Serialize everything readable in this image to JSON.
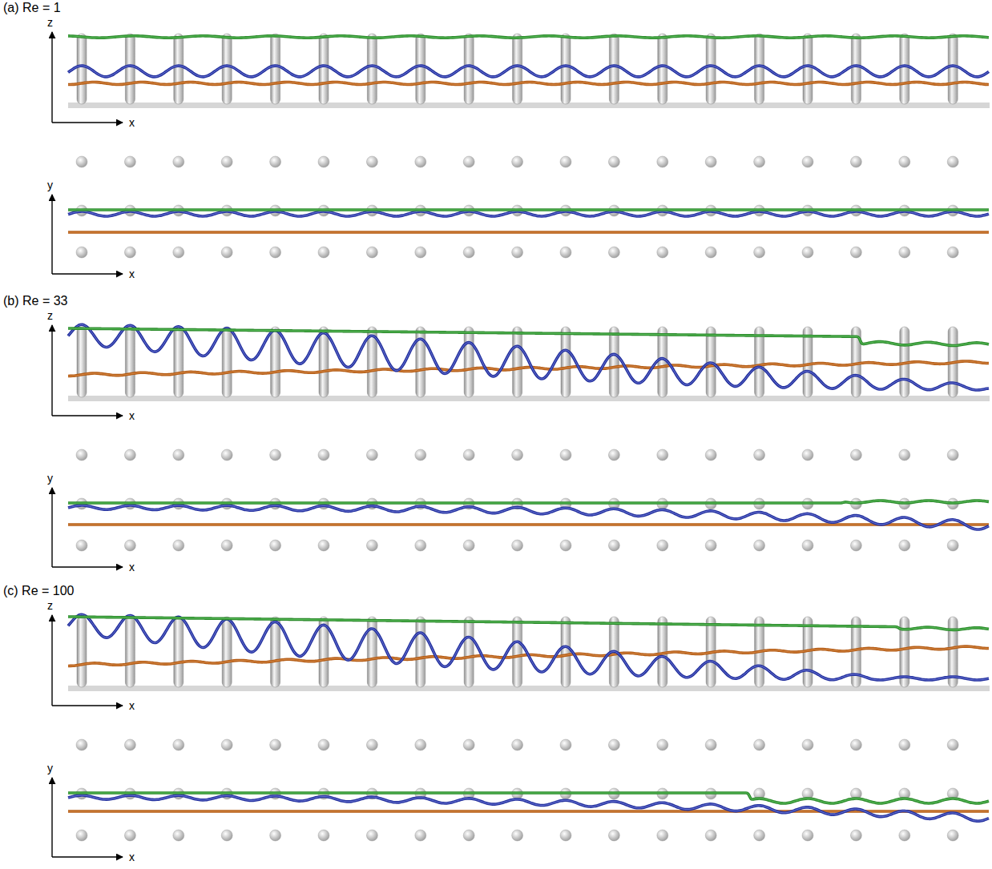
{
  "diagram": {
    "labels": [
      "(a) Re = 1",
      "z",
      "x",
      "y",
      "x",
      "(b) Re = 33",
      "z",
      "x",
      "y",
      "x",
      "(c) Re = 100",
      "z",
      "x",
      "y",
      "x"
    ]
  }
}
